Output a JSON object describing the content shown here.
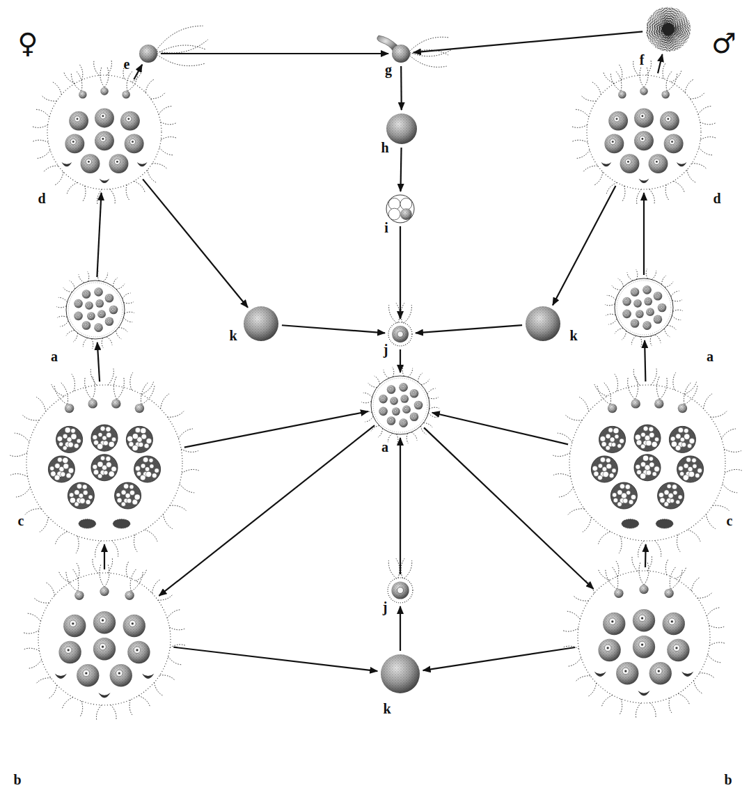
{
  "diagram": {
    "nodes": [
      {
        "text": [
          "e"
        ]
      },
      {
        "text": [
          "g"
        ]
      },
      {
        "text": [
          "f"
        ]
      },
      {
        "text": [
          "d"
        ]
      },
      {
        "text": [
          "h"
        ]
      },
      {
        "text": [
          "d"
        ]
      },
      {
        "text": [
          "i"
        ]
      },
      {
        "text": [
          "k"
        ]
      },
      {
        "text": [
          "k"
        ]
      },
      {
        "text": [
          "a"
        ]
      },
      {
        "text": [
          "j"
        ]
      },
      {
        "text": [
          "a"
        ]
      },
      {
        "text": [
          "c"
        ]
      },
      {
        "text": [
          "a"
        ]
      },
      {
        "text": [
          "c"
        ]
      },
      {
        "text": [
          "j"
        ]
      },
      {
        "text": [
          "b"
        ]
      },
      {
        "text": [
          "k"
        ]
      },
      {
        "text": [
          "b"
        ]
      }
    ],
    "edges": [
      {
        "from": 0,
        "to": 1,
        "arrow": "to"
      },
      {
        "from": 2,
        "to": 1,
        "arrow": "to"
      },
      {
        "from": 1,
        "to": 4,
        "arrow": "to"
      },
      {
        "from": 4,
        "to": 6,
        "arrow": "to"
      },
      {
        "from": 6,
        "to": 10,
        "arrow": "to"
      },
      {
        "from": 3,
        "to": 0,
        "arrow": "to"
      },
      {
        "from": 5,
        "to": 2,
        "arrow": "to"
      },
      {
        "from": 9,
        "to": 3,
        "arrow": "to"
      },
      {
        "from": 11,
        "to": 5,
        "arrow": "to"
      },
      {
        "from": 3,
        "to": 7,
        "arrow": "to"
      },
      {
        "from": 5,
        "to": 8,
        "arrow": "to"
      },
      {
        "from": 7,
        "to": 10,
        "arrow": "to"
      },
      {
        "from": 8,
        "to": 10,
        "arrow": "to"
      },
      {
        "from": 10,
        "to": 13,
        "arrow": "to"
      },
      {
        "from": 12,
        "to": 9,
        "arrow": "to"
      },
      {
        "from": 14,
        "to": 11,
        "arrow": "to"
      },
      {
        "from": 12,
        "to": 13,
        "arrow": "to"
      },
      {
        "from": 14,
        "to": 13,
        "arrow": "to"
      },
      {
        "from": 13,
        "to": 16,
        "arrow": "to"
      },
      {
        "from": 13,
        "to": 18,
        "arrow": "to"
      },
      {
        "from": 16,
        "to": 12,
        "arrow": "to"
      },
      {
        "from": 18,
        "to": 14,
        "arrow": "to"
      },
      {
        "from": 16,
        "to": 17,
        "arrow": "to"
      },
      {
        "from": 18,
        "to": 17,
        "arrow": "to"
      },
      {
        "from": 17,
        "to": 15,
        "arrow": "to"
      },
      {
        "from": 15,
        "to": 13,
        "arrow": "to"
      }
    ],
    "labels": [
      "♀",
      "♂"
    ]
  }
}
